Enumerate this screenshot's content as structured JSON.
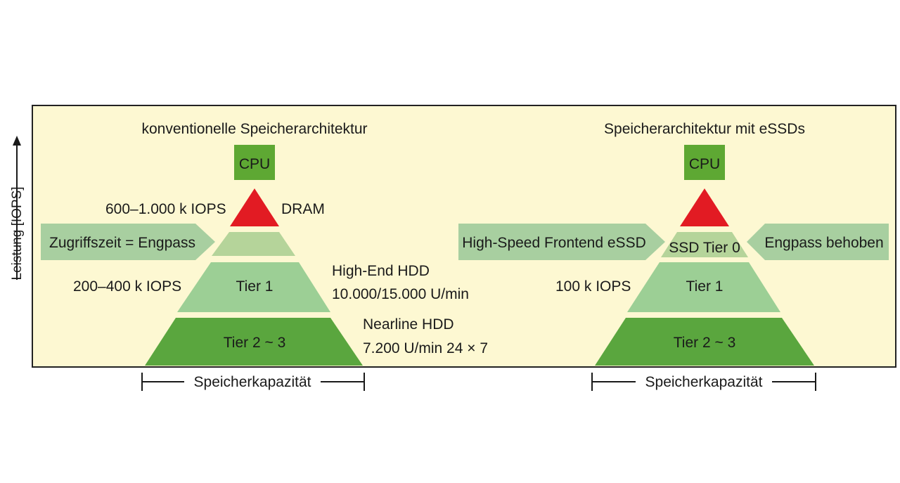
{
  "colors": {
    "panel_bg": "#fdf8d2",
    "panel_border": "#222222",
    "cpu_green": "#5ea833",
    "dram_red": "#e21b23",
    "tier0_green": "#b5d49a",
    "tier1_green": "#9ccf95",
    "tier23_green": "#5aa63e",
    "callout_green": "#a8cfa0",
    "text": "#1a1a1a"
  },
  "y_axis_label": "Leistung [IOPS]",
  "left": {
    "title": "konventionelle Speicherarchitektur",
    "cpu": "CPU",
    "iops_top": "600–1.000 k IOPS",
    "dram": "DRAM",
    "callout": "Zugriffszeit = Engpass",
    "iops_mid": "200–400 k IOPS",
    "tier1": "Tier 1",
    "hdd_high_1": "High-End HDD",
    "hdd_high_2": "10.000/15.000 U/min",
    "hdd_near_1": "Nearline HDD",
    "hdd_near_2": "7.200 U/min 24 × 7",
    "tier23": "Tier 2 ~ 3",
    "capacity": "Speicherkapazität"
  },
  "right": {
    "title": "Speicherarchitektur mit eSSDs",
    "cpu": "CPU",
    "callout_left": "High-Speed Frontend eSSD",
    "tier0": "SSD Tier 0",
    "callout_right": "Engpass behoben",
    "iops_mid": "100 k IOPS",
    "tier1": "Tier 1",
    "tier23": "Tier 2 ~ 3",
    "capacity": "Speicherkapazität"
  }
}
